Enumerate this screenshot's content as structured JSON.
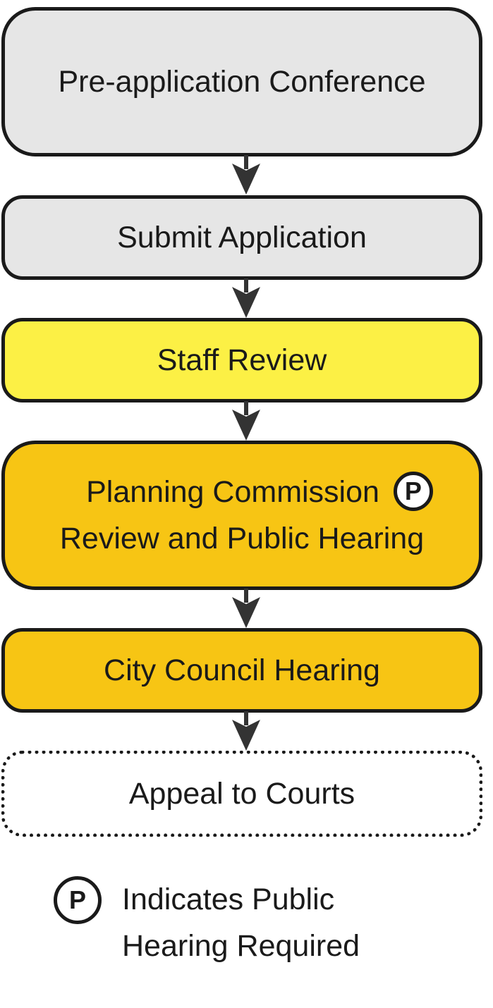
{
  "steps": [
    {
      "label": "Pre-application Conference"
    },
    {
      "label": "Submit Application"
    },
    {
      "label": "Staff Review"
    },
    {
      "line1": "Planning Commission",
      "line2": "Review and Public Hearing",
      "badge": "P"
    },
    {
      "label": "City Council Hearing"
    },
    {
      "label": "Appeal to Courts"
    }
  ],
  "legend": {
    "badge": "P",
    "line1": "Indicates Public",
    "line2": "Hearing Required"
  },
  "colors": {
    "gray": "#e6e6e6",
    "yellow": "#fcf045",
    "gold": "#f7c514",
    "stroke": "#1a1a1a"
  }
}
